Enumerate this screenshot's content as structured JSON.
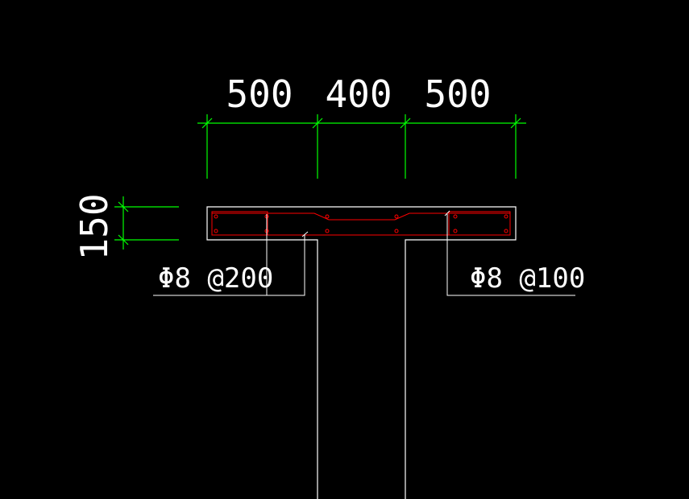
{
  "colors": {
    "background": "#000000",
    "dimension_line": "#00ff00",
    "outline": "#ffffff",
    "rebar": "#ff0000",
    "text": "#ffffff"
  },
  "dimensions": {
    "top": [
      "500",
      "400",
      "500"
    ],
    "side": "150"
  },
  "annotations": {
    "left_rebar": "Φ8 @200",
    "right_rebar": "Φ8 @100"
  }
}
